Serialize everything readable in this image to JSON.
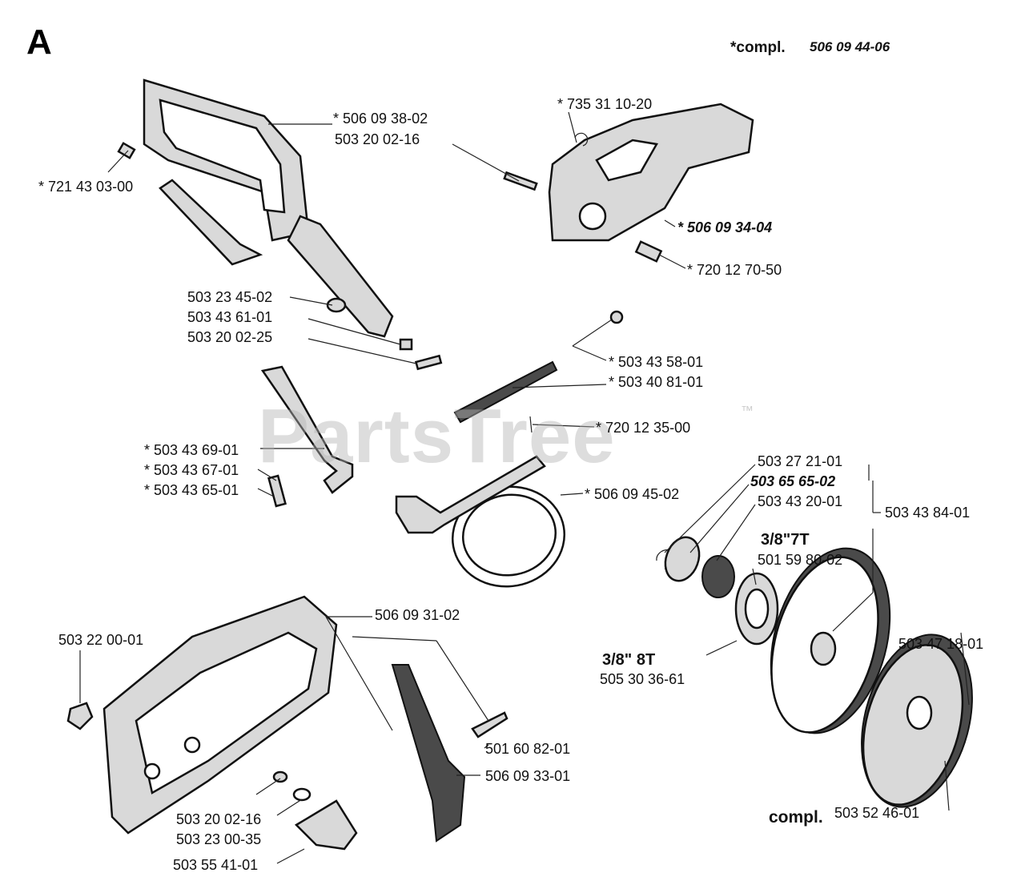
{
  "section_letter": "A",
  "watermark": "PartsTree",
  "trademark": "™",
  "header": {
    "prefix": "*compl.",
    "number": "506 09 44-06"
  },
  "labels": {
    "l1": "* 506 09 38-02",
    "l2": "503 20 02-16",
    "l3": "* 721 43 03-00",
    "l4": "* 735 31 10-20",
    "l5": "* 506 09 34-04",
    "l6": "* 720 12 70-50",
    "l7": "503 23 45-02",
    "l8": "503 43 61-01",
    "l9": "503 20 02-25",
    "l10": "* 503 43 58-01",
    "l11": "* 503 40 81-01",
    "l12": "* 720 12 35-00",
    "l13": "* 503 43 69-01",
    "l14": "* 503 43 67-01",
    "l15": "* 503 43 65-01",
    "l16": "503 27 21-01",
    "l17": "503 65 65-02",
    "l18": "503 43 20-01",
    "l19": "* 506 09 45-02",
    "l20": "503 43 84-01",
    "l21": "3/8\"7T",
    "l22": "501 59 80-02",
    "l23": "506 09 31-02",
    "l24": "503 22 00-01",
    "l25": "3/8\" 8T",
    "l26": "505 30 36-61",
    "l27": "503 47 18-01",
    "l28": "501 60 82-01",
    "l29": "506 09 33-01",
    "l30": "503 20 02-16",
    "l31": "503 23 00-35",
    "l32": "503 55 41-01",
    "l33": "compl.",
    "l34": "503 52 46-01"
  }
}
